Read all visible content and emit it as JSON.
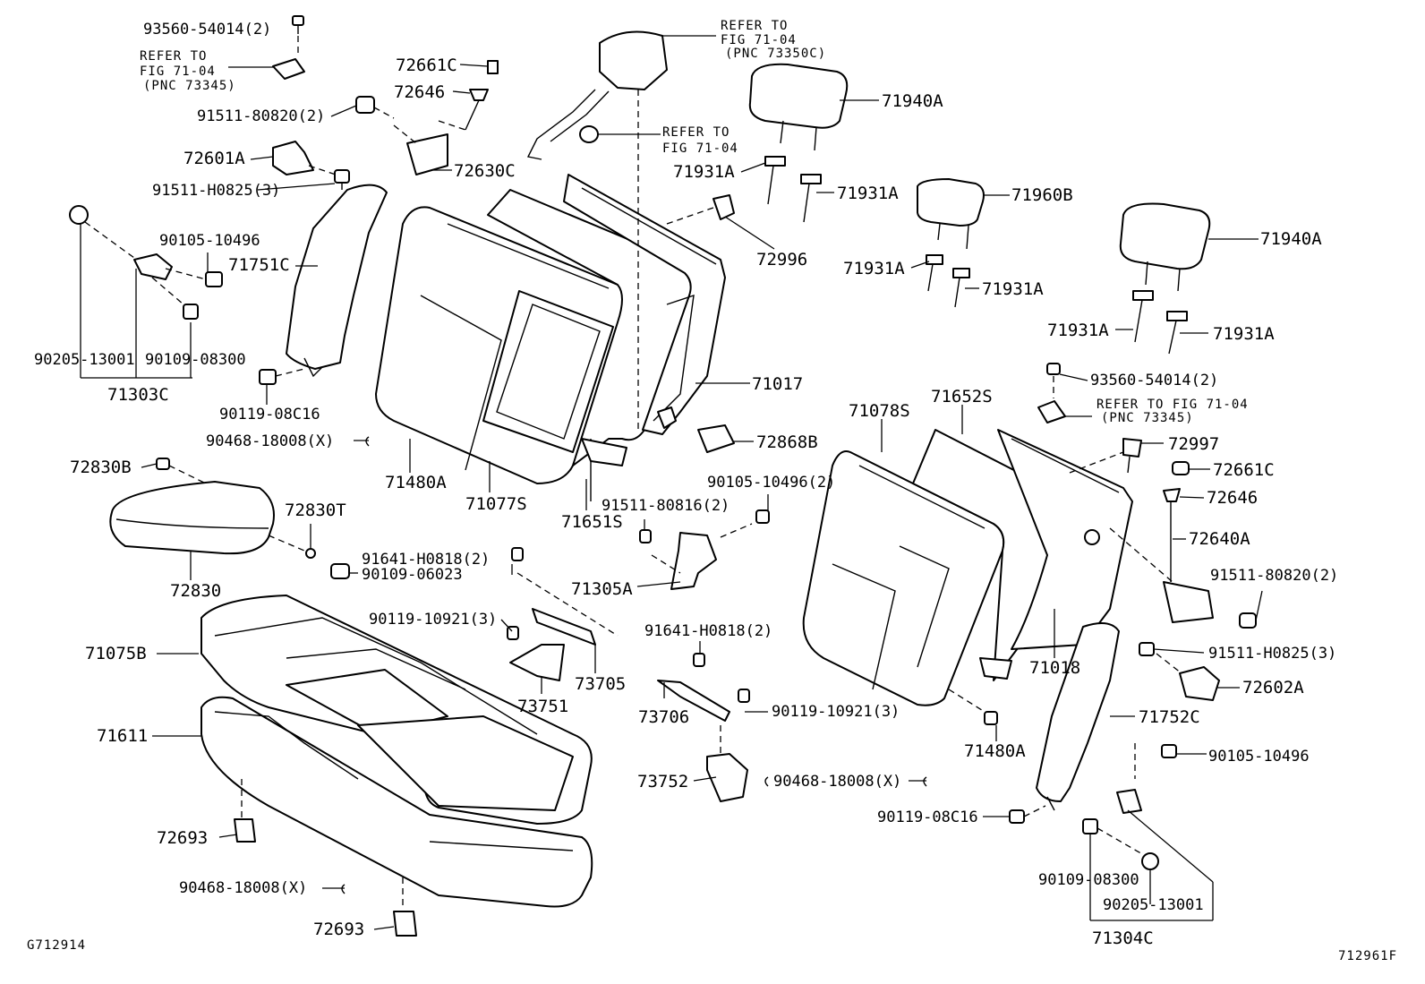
{
  "diagram": {
    "title": "",
    "figure_code": "G712914",
    "drawing_number": "712961F",
    "callouts": [
      {
        "id": "c1",
        "text": "93560-54014(2)"
      },
      {
        "id": "c2",
        "text": "REFER TO"
      },
      {
        "id": "c3",
        "text": "FIG 71-04"
      },
      {
        "id": "c4",
        "text": "(PNC 73345)"
      },
      {
        "id": "c5",
        "text": "91511-80820(2)"
      },
      {
        "id": "c6",
        "text": "72601A"
      },
      {
        "id": "c7",
        "text": "91511-H0825(3)"
      },
      {
        "id": "c8",
        "text": "90105-10496"
      },
      {
        "id": "c9",
        "text": "71751C"
      },
      {
        "id": "c10",
        "text": "90205-13001"
      },
      {
        "id": "c11",
        "text": "90109-08300"
      },
      {
        "id": "c12",
        "text": "71303C"
      },
      {
        "id": "c13",
        "text": "90119-08C16"
      },
      {
        "id": "c14",
        "text": "90468-18008(X)"
      },
      {
        "id": "c15",
        "text": "72830B"
      },
      {
        "id": "c16",
        "text": "72830T"
      },
      {
        "id": "c17",
        "text": "72830"
      },
      {
        "id": "c18",
        "text": "72661C"
      },
      {
        "id": "c19",
        "text": "72646"
      },
      {
        "id": "c20",
        "text": "72630C"
      },
      {
        "id": "c21",
        "text": "REFER TO"
      },
      {
        "id": "c22",
        "text": "FIG 71-04"
      },
      {
        "id": "c23",
        "text": "(PNC 73350C)"
      },
      {
        "id": "c24",
        "text": "REFER TO"
      },
      {
        "id": "c25",
        "text": "FIG 71-04"
      },
      {
        "id": "c26",
        "text": "71940A"
      },
      {
        "id": "c27",
        "text": "71931A"
      },
      {
        "id": "c28",
        "text": "71931A"
      },
      {
        "id": "c29",
        "text": "72996"
      },
      {
        "id": "c30",
        "text": "71960B"
      },
      {
        "id": "c31",
        "text": "71931A"
      },
      {
        "id": "c32",
        "text": "71931A"
      },
      {
        "id": "c33",
        "text": "71940A"
      },
      {
        "id": "c34",
        "text": "71931A"
      },
      {
        "id": "c35",
        "text": "71931A"
      },
      {
        "id": "c36",
        "text": "71017"
      },
      {
        "id": "c37",
        "text": "71480A"
      },
      {
        "id": "c38",
        "text": "71077S"
      },
      {
        "id": "c39",
        "text": "71651S"
      },
      {
        "id": "c40",
        "text": "72868B"
      },
      {
        "id": "c41",
        "text": "90105-10496(2)"
      },
      {
        "id": "c42",
        "text": "91511-80816(2)"
      },
      {
        "id": "c43",
        "text": "91641-H0818(2)"
      },
      {
        "id": "c44",
        "text": "90109-06023"
      },
      {
        "id": "c45",
        "text": "71305A"
      },
      {
        "id": "c46",
        "text": "90119-10921(3)"
      },
      {
        "id": "c47",
        "text": "73705"
      },
      {
        "id": "c48",
        "text": "73751"
      },
      {
        "id": "c49",
        "text": "91641-H0818(2)"
      },
      {
        "id": "c50",
        "text": "73706"
      },
      {
        "id": "c51",
        "text": "90119-10921(3)"
      },
      {
        "id": "c52",
        "text": "73752"
      },
      {
        "id": "c53",
        "text": "90468-18008(X)"
      },
      {
        "id": "c54",
        "text": "71075B"
      },
      {
        "id": "c55",
        "text": "71611"
      },
      {
        "id": "c56",
        "text": "72693"
      },
      {
        "id": "c57",
        "text": "90468-18008(X)"
      },
      {
        "id": "c58",
        "text": "72693"
      },
      {
        "id": "c59",
        "text": "93560-54014(2)"
      },
      {
        "id": "c60",
        "text": "REFER TO FIG 71-04"
      },
      {
        "id": "c61",
        "text": "(PNC 73345)"
      },
      {
        "id": "c62",
        "text": "71078S"
      },
      {
        "id": "c63",
        "text": "71652S"
      },
      {
        "id": "c64",
        "text": "72997"
      },
      {
        "id": "c65",
        "text": "72661C"
      },
      {
        "id": "c66",
        "text": "72646"
      },
      {
        "id": "c67",
        "text": "72640A"
      },
      {
        "id": "c68",
        "text": "91511-80820(2)"
      },
      {
        "id": "c69",
        "text": "91511-H0825(3)"
      },
      {
        "id": "c70",
        "text": "72602A"
      },
      {
        "id": "c71",
        "text": "71018"
      },
      {
        "id": "c72",
        "text": "71752C"
      },
      {
        "id": "c73",
        "text": "71480A"
      },
      {
        "id": "c74",
        "text": "90105-10496"
      },
      {
        "id": "c75",
        "text": "90119-08C16"
      },
      {
        "id": "c76",
        "text": "90109-08300"
      },
      {
        "id": "c77",
        "text": "90205-13001"
      },
      {
        "id": "c78",
        "text": "71304C"
      }
    ]
  }
}
